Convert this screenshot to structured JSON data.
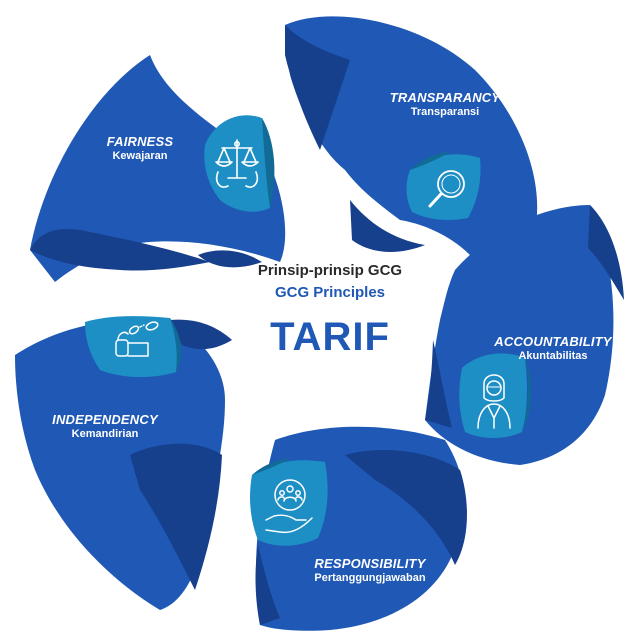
{
  "center": {
    "title_id": "Prinsip-prinsip GCG",
    "title_en": "GCG Principles",
    "acronym": "TARIF"
  },
  "principles": [
    {
      "en": "FAIRNESS",
      "id": "Kewajaran",
      "icon": "scales-of-justice-icon"
    },
    {
      "en": "TRANSPARANCY",
      "id": "Transparansi",
      "icon": "magnifying-glass-icon"
    },
    {
      "en": "ACCOUNTABILITY",
      "id": "Akuntabilitas",
      "icon": "businesswoman-icon"
    },
    {
      "en": "RESPONSIBILITY",
      "id": "Pertanggungjawaban",
      "icon": "hand-holding-people-icon"
    },
    {
      "en": "INDEPENDENCY",
      "id": "Kemandirian",
      "icon": "broken-chain-hand-icon"
    }
  ],
  "colors": {
    "petal": "#1f58b5",
    "petal_dark": "#163f8c",
    "icon_tab": "#1d8fc4",
    "icon_tab_dark": "#126a96",
    "center_blue": "#1f58b5",
    "center_dark": "#2a2a2a"
  }
}
